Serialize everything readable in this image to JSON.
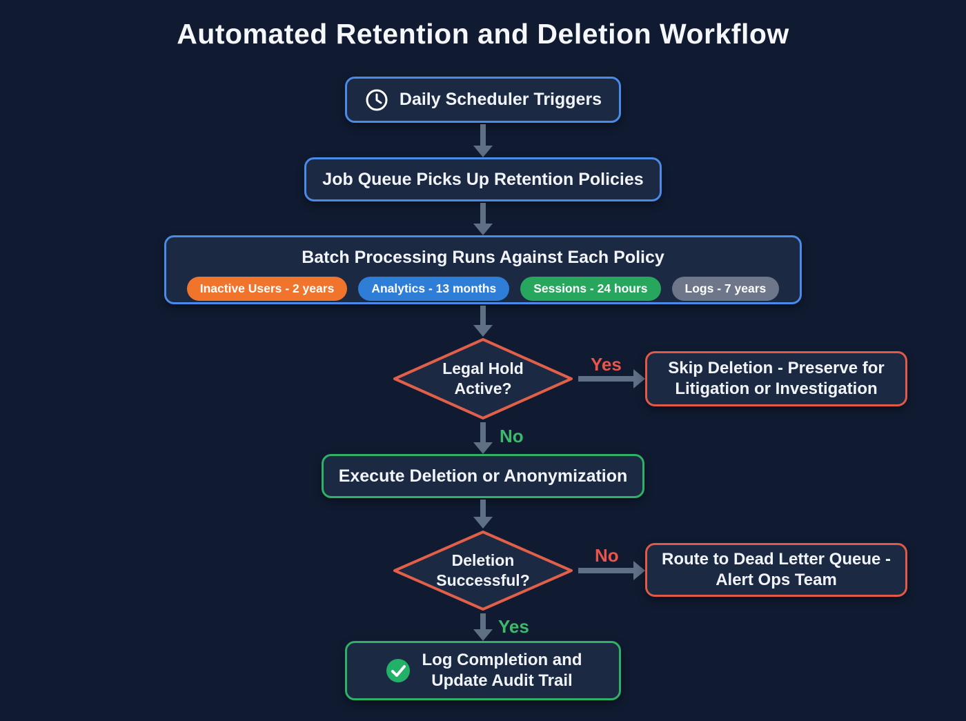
{
  "title": "Automated Retention and Deletion Workflow",
  "nodes": {
    "scheduler": {
      "label": "Daily Scheduler Triggers"
    },
    "job_queue": {
      "label": "Job Queue Picks Up Retention Policies"
    },
    "batch": {
      "title": "Batch Processing Runs Against Each Policy",
      "policies": [
        {
          "label": "Inactive Users - 2 years",
          "color": "#f0742c"
        },
        {
          "label": "Analytics - 13 months",
          "color": "#2e7ed8"
        },
        {
          "label": "Sessions - 24 hours",
          "color": "#27a75d"
        },
        {
          "label": "Logs - 7 years",
          "color": "#6d7789"
        }
      ]
    },
    "legal_hold": {
      "line1": "Legal Hold",
      "line2": "Active?"
    },
    "skip_deletion": {
      "label": "Skip Deletion - Preserve for Litigation or Investigation"
    },
    "execute": {
      "label": "Execute Deletion or Anonymization"
    },
    "deletion_check": {
      "line1": "Deletion",
      "line2": "Successful?"
    },
    "dead_letter": {
      "label": "Route to Dead Letter Queue - Alert Ops Team"
    },
    "log_completion": {
      "line1": "Log Completion and",
      "line2": "Update Audit Trail"
    }
  },
  "edges": {
    "legal_yes": "Yes",
    "legal_no": "No",
    "deletion_no": "No",
    "deletion_yes": "Yes"
  },
  "colors": {
    "background": "#101b31",
    "node_fill": "#1c2942",
    "blue_border": "#4a8ae8",
    "green_border": "#2fb168",
    "red_border": "#e05a47",
    "arrow": "#5f7084",
    "yes_red": "#e8564a",
    "no_green": "#3cba6c",
    "pill_orange": "#f0742c",
    "pill_blue": "#2e7ed8",
    "pill_green": "#27a75d",
    "pill_gray": "#6d7789"
  }
}
